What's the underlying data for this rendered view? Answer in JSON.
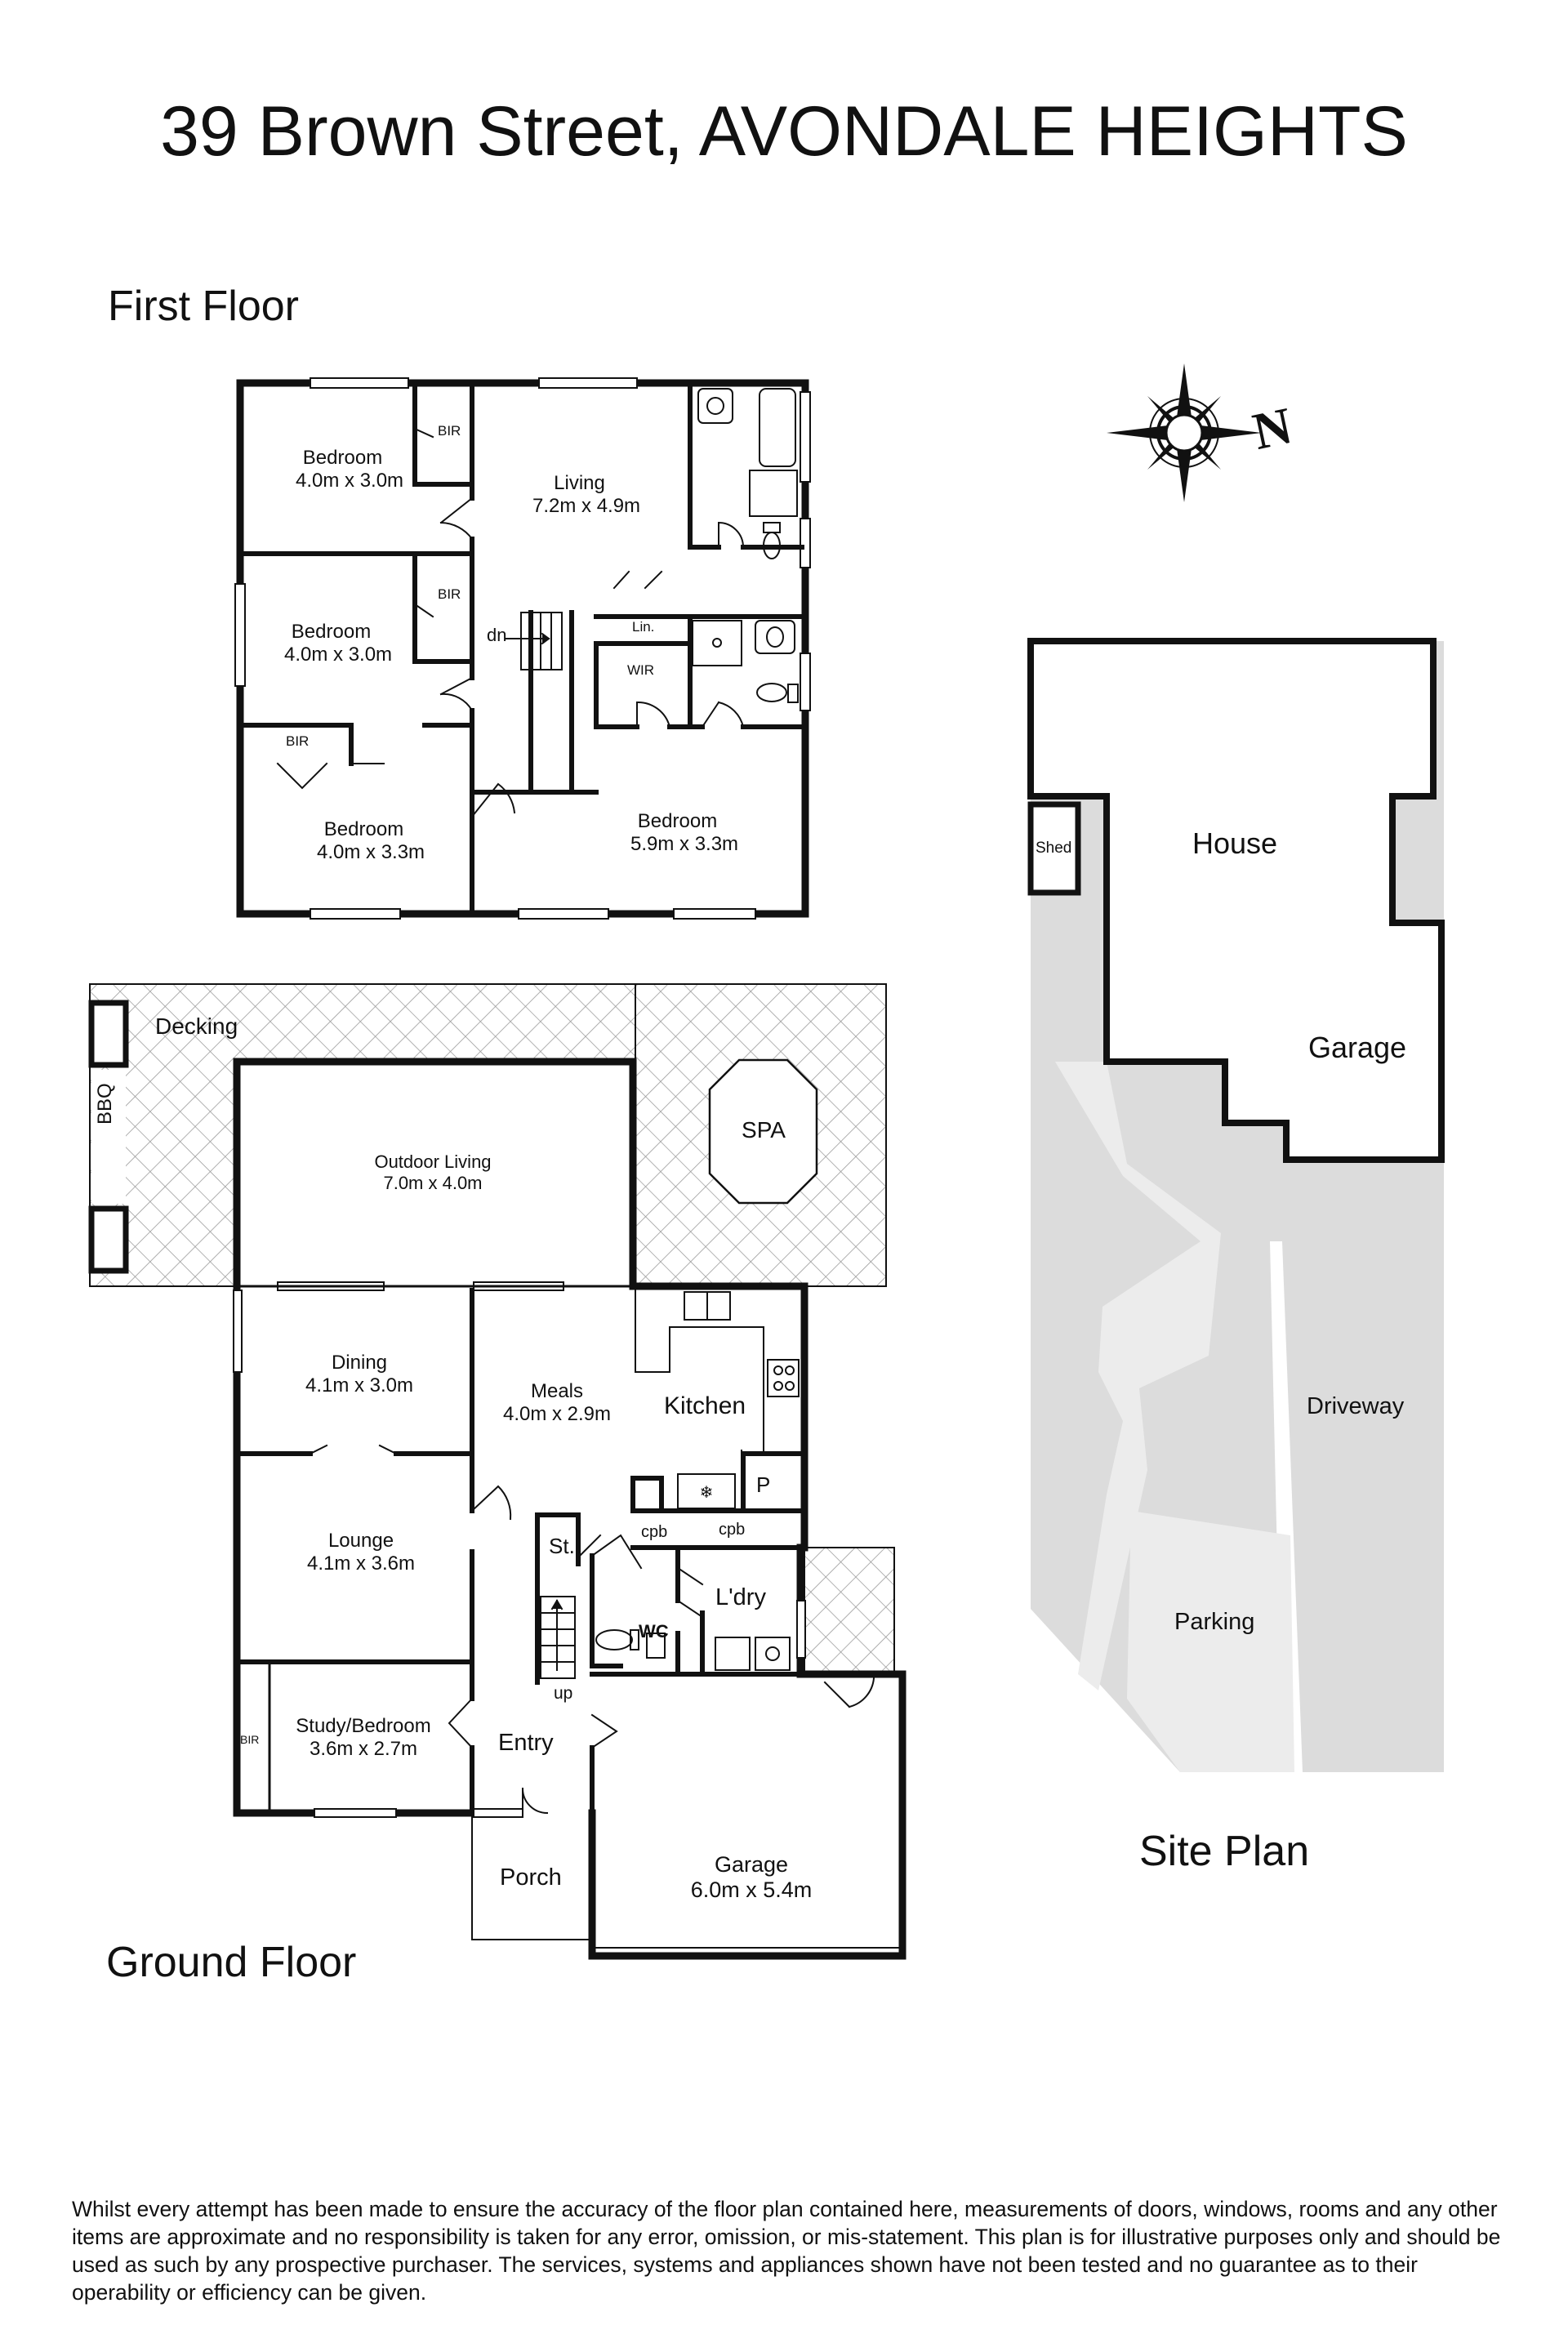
{
  "title": "39 Brown Street, AVONDALE HEIGHTS",
  "floors": {
    "first": "First Floor",
    "ground": "Ground Floor",
    "site": "Site Plan"
  },
  "first_floor": {
    "bedroom1": {
      "name": "Bedroom",
      "size": "4.0m x 3.0m"
    },
    "bedroom2": {
      "name": "Bedroom",
      "size": "4.0m x 3.0m"
    },
    "bedroom3": {
      "name": "Bedroom",
      "size": "4.0m x 3.3m"
    },
    "bedroom4": {
      "name": "Bedroom",
      "size": "5.9m x 3.3m"
    },
    "living": {
      "name": "Living",
      "size": "7.2m x 4.9m"
    },
    "bir1": "BIR",
    "bir2": "BIR",
    "bir3": "BIR",
    "dn": "dn",
    "lin": "Lin.",
    "wir": "WIR"
  },
  "ground_floor": {
    "decking": "Decking",
    "bbq": "BBQ",
    "spa": "SPA",
    "outdoor_living": {
      "name": "Outdoor Living",
      "size": "7.0m x 4.0m"
    },
    "dining": {
      "name": "Dining",
      "size": "4.1m x 3.0m"
    },
    "meals": {
      "name": "Meals",
      "size": "4.0m x 2.9m"
    },
    "kitchen": "Kitchen",
    "pantry": "P",
    "lounge": {
      "name": "Lounge",
      "size": "4.1m x 3.6m"
    },
    "store": "St.",
    "cpb1": "cpb",
    "cpb2": "cpb",
    "laundry": "L'dry",
    "wc": "WC",
    "up": "up",
    "study": {
      "name": "Study/Bedroom",
      "size": "3.6m x 2.7m"
    },
    "bir": "BIR",
    "entry": "Entry",
    "porch": "Porch",
    "garage": {
      "name": "Garage",
      "size": "6.0m x 5.4m"
    }
  },
  "site_plan": {
    "shed": "Shed",
    "house": "House",
    "garage": "Garage",
    "driveway": "Driveway",
    "parking": "Parking",
    "compass": "N"
  },
  "colors": {
    "wall": "#111111",
    "site_fill": "#dcdcdc",
    "site_path": "#ececec",
    "hatch": "#9a9a9a"
  },
  "disclaimer": "Whilst every attempt has been made to ensure the accuracy of the floor plan contained here, measurements of doors, windows, rooms and any other items are approximate and no responsibility is taken for any error, omission, or mis-statement. This plan is for illustrative purposes only and should be used as such by any prospective purchaser. The services, systems and appliances shown have not been tested and no guarantee as to their operability or efficiency can be given."
}
